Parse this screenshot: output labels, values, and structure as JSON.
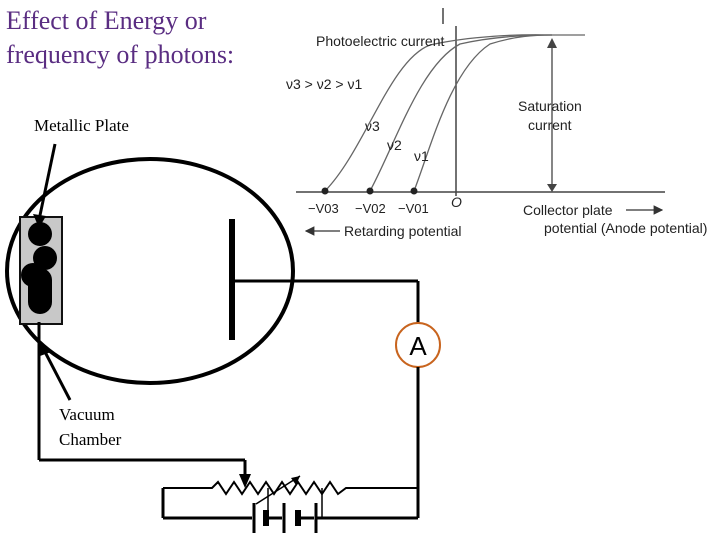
{
  "title": "Effect of Energy or\nfrequency of photons:",
  "labels": {
    "metallic_plate": "Metallic Plate",
    "vacuum_line1": "Vacuum",
    "vacuum_line2": "Chamber",
    "ammeter": "A"
  },
  "graph": {
    "y_label": "Photoelectric current",
    "relation": "ν3 > ν2 > ν1",
    "curve_labels": [
      "ν3",
      "ν2",
      "ν1"
    ],
    "saturation_line1": "Saturation",
    "saturation_line2": "current",
    "stopping_potentials": [
      "−V03",
      "−V02",
      "−V01"
    ],
    "origin": "O",
    "retarding": "Retarding potential",
    "collector_line1": "Collector plate",
    "collector_line2": "potential (Anode potential)"
  },
  "colors": {
    "title": "#5a2d82",
    "ammeter_ring": "#c8641e",
    "plate_fill": "#c8c8c8"
  }
}
